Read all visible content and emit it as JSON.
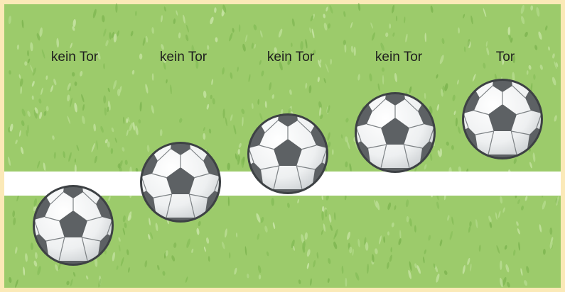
{
  "colors": {
    "pitch": "#9ccb6b",
    "pitch_light": "#b3d98a",
    "goal_line": "#ffffff",
    "border": "#fbe9b7",
    "ball_white": "#f2f4f5",
    "ball_patch": "#5d6164",
    "ball_outline": "#3d4144",
    "label_text": "#1e1e1e"
  },
  "balls": [
    {
      "label": "kein Tor"
    },
    {
      "label": "kein Tor"
    },
    {
      "label": "kein Tor"
    },
    {
      "label": "kein Tor"
    },
    {
      "label": "Tor"
    }
  ]
}
